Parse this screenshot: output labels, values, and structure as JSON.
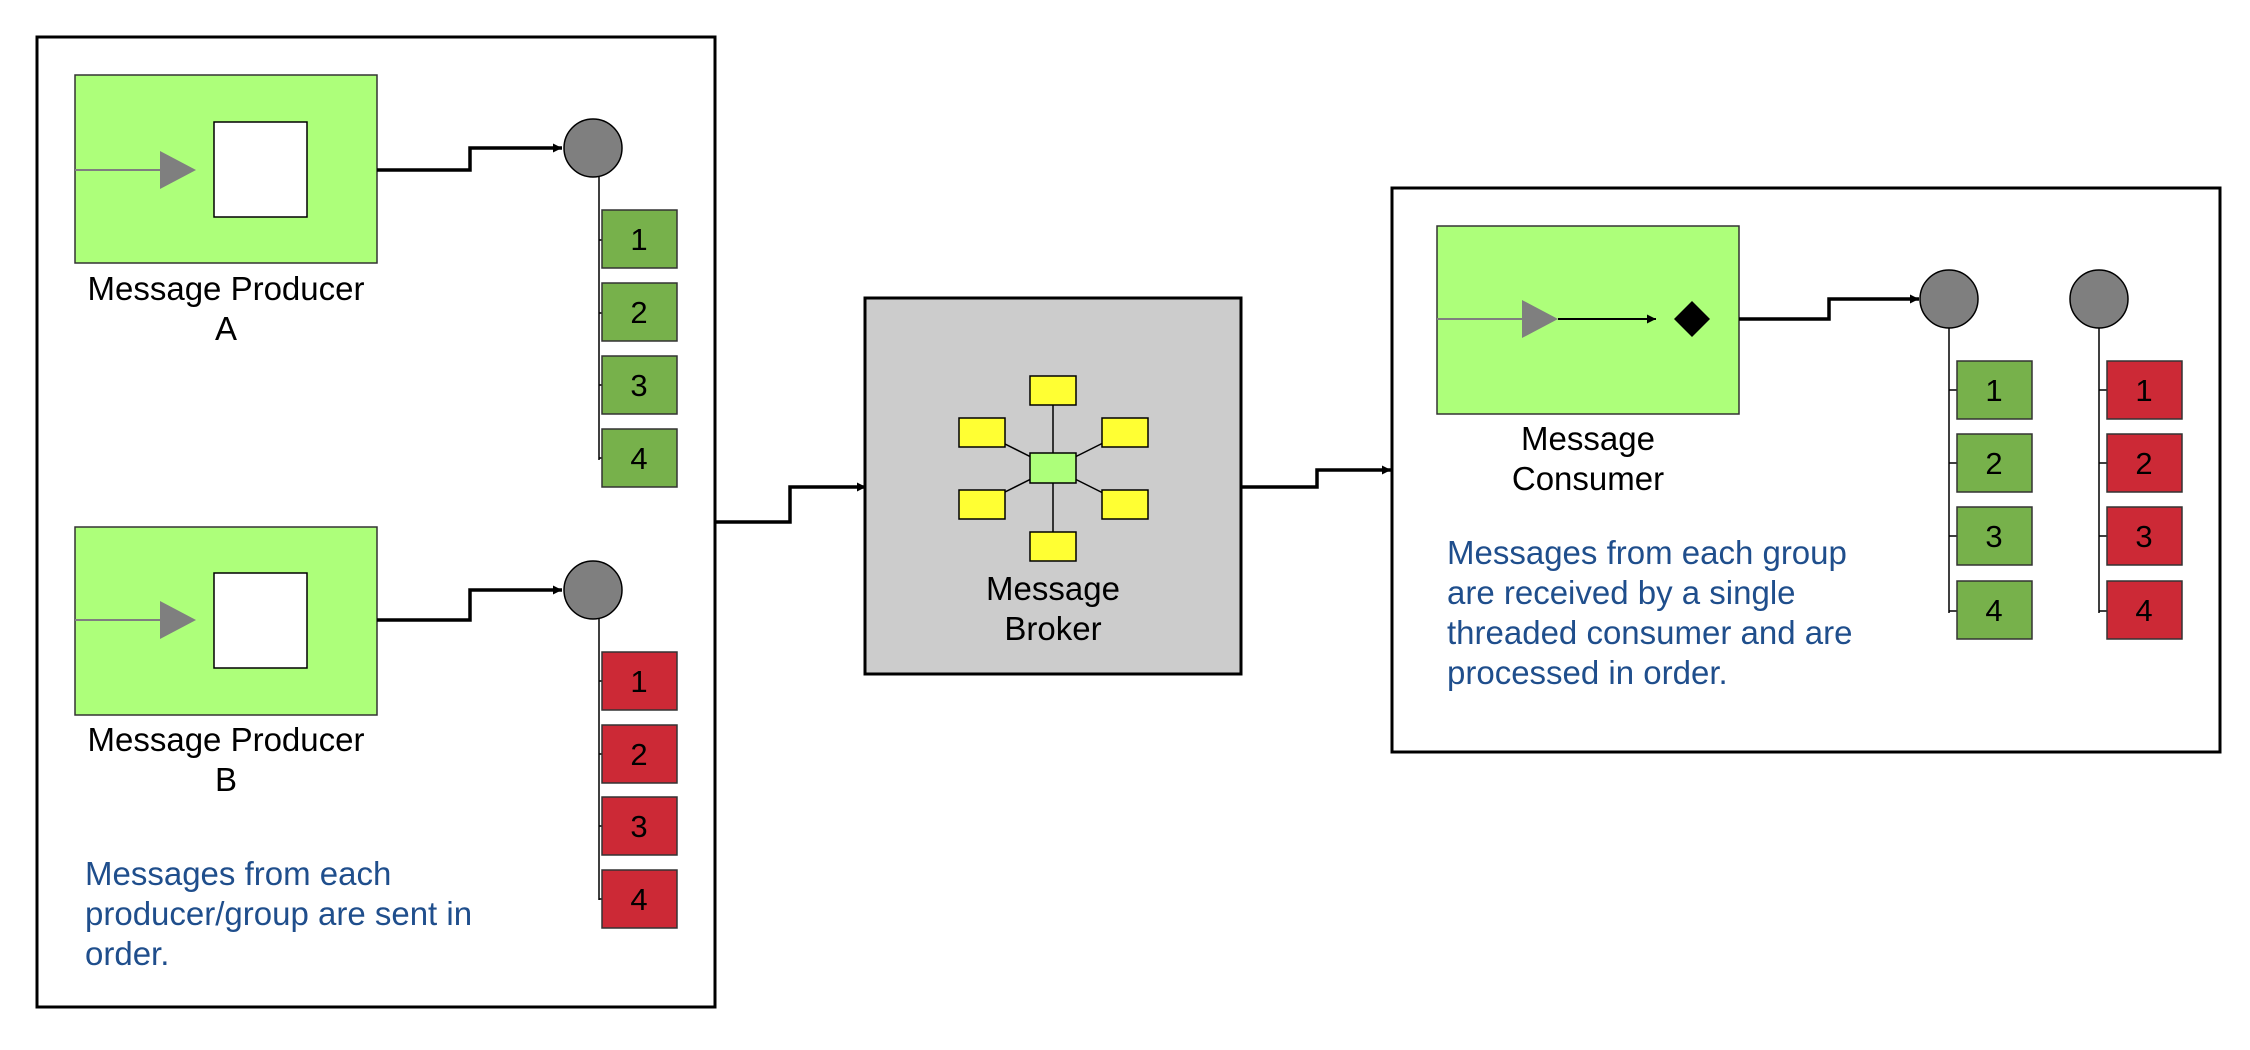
{
  "producer_a": {
    "label_line1": "Message Producer",
    "label_line2": "A",
    "queue_items": [
      "1",
      "2",
      "3",
      "4"
    ],
    "queue_color": "#77b14b"
  },
  "producer_b": {
    "label_line1": "Message Producer",
    "label_line2": "B",
    "queue_items": [
      "1",
      "2",
      "3",
      "4"
    ],
    "queue_color": "#cc2936"
  },
  "producer_note": {
    "line1": "Messages from each",
    "line2": "producer/group are sent in",
    "line3": "order."
  },
  "broker": {
    "label_line1": "Message",
    "label_line2": "Broker"
  },
  "consumer": {
    "label_line1": "Message",
    "label_line2": "Consumer",
    "queue_green": [
      "1",
      "2",
      "3",
      "4"
    ],
    "queue_red": [
      "1",
      "2",
      "3",
      "4"
    ]
  },
  "consumer_note": {
    "line1": "Messages from each group",
    "line2": "are received by a single",
    "line3": "threaded consumer and are",
    "line4": "processed in order."
  },
  "colors": {
    "component_green": "#adff7a",
    "queue_green": "#77b14b",
    "queue_red": "#cc2936",
    "broker_gray": "#cccccc",
    "node_yellow": "#ffff33",
    "circle_gray": "#7f7f7f",
    "note_blue": "#1f4e8c"
  }
}
